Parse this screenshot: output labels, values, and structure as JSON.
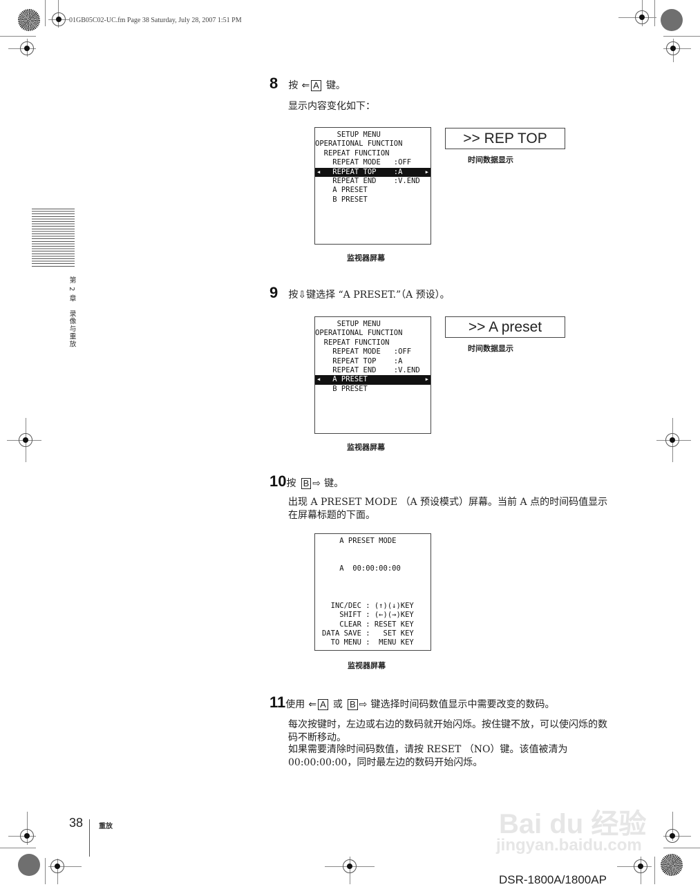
{
  "header": {
    "file_info": "01GB05C02-UC.fm  Page 38  Saturday, July 28, 2007  1:51 PM"
  },
  "side_tab": {
    "chapter_label": "第 2 章　录像与重放"
  },
  "steps": [
    {
      "number": "8",
      "prefix": "按",
      "key_arrow": "⇐",
      "key_label": "A",
      "suffix": "键。",
      "description": "显示内容变化如下：",
      "monitor": {
        "lines": [
          {
            "text": "     SETUP MENU",
            "highlight": false
          },
          {
            "text": "OPERATIONAL FUNCTION",
            "highlight": false
          },
          {
            "text": "  REPEAT FUNCTION",
            "highlight": false
          },
          {
            "text": "    REPEAT MODE   :OFF",
            "highlight": false
          },
          {
            "text": "    REPEAT TOP    :A",
            "highlight": true
          },
          {
            "text": "    REPEAT END    :V.END",
            "highlight": false
          },
          {
            "text": "    A PRESET",
            "highlight": false
          },
          {
            "text": "    B PRESET",
            "highlight": false
          }
        ],
        "caption": "监视器屏幕"
      },
      "time_display": {
        "text": ">> REP TOP",
        "caption": "时间数据显示"
      }
    },
    {
      "number": "9",
      "prefix": "按",
      "key_arrow": "⇩",
      "suffix": "键选择 “A PRESET.”（A 预设）。",
      "monitor": {
        "lines": [
          {
            "text": "     SETUP MENU",
            "highlight": false
          },
          {
            "text": "OPERATIONAL FUNCTION",
            "highlight": false
          },
          {
            "text": "  REPEAT FUNCTION",
            "highlight": false
          },
          {
            "text": "    REPEAT MODE   :OFF",
            "highlight": false
          },
          {
            "text": "    REPEAT TOP    :A",
            "highlight": false
          },
          {
            "text": "    REPEAT END    :V.END",
            "highlight": false
          },
          {
            "text": "    A PRESET",
            "highlight": true
          },
          {
            "text": "    B PRESET",
            "highlight": false
          }
        ],
        "caption": "监视器屏幕"
      },
      "time_display": {
        "text": ">> A preset",
        "caption": "时间数据显示"
      }
    },
    {
      "number": "10",
      "prefix": "按",
      "key_label": "B",
      "key_arrow": "⇨",
      "suffix": "键。",
      "description": "出现 A PRESET MODE （A 预设模式）屏幕。当前 A 点的时间码值显示在屏幕标题的下面。",
      "monitor": {
        "lines": [
          {
            "text": "    A PRESET MODE"
          },
          {
            "text": ""
          },
          {
            "text": ""
          },
          {
            "text": "    A  00:00:00:00"
          },
          {
            "text": ""
          },
          {
            "text": ""
          },
          {
            "text": ""
          },
          {
            "text": "  INC/DEC : (↑)(↓)KEY"
          },
          {
            "text": "    SHIFT : (←)(→)KEY"
          },
          {
            "text": "    CLEAR : RESET KEY"
          },
          {
            "text": "DATA SAVE :   SET KEY"
          },
          {
            "text": "  TO MENU :  MENU KEY"
          }
        ],
        "caption": "监视器屏幕"
      }
    },
    {
      "number": "11",
      "prefix": "使用",
      "key_arrow_a": "⇐",
      "key_label_a": "A",
      "middle": "或",
      "key_label_b": "B",
      "key_arrow_b": "⇨",
      "suffix": "键选择时间码数值显示中需要改变的数码。",
      "paragraphs": [
        "每次按键时，左边或右边的数码就开始闪烁。按住键不放，可以使闪烁的数码不断移动。",
        "如果需要清除时间码数值，请按 RESET （NO）键。该值被清为 00:00:00:00，同时最左边的数码开始闪烁。"
      ]
    }
  ],
  "footer": {
    "page_number": "38",
    "section": "重放",
    "model": "DSR-1800A/1800AP"
  },
  "watermark": {
    "brand": "Bai du 经验",
    "url": "jingyan.baidu.com"
  }
}
